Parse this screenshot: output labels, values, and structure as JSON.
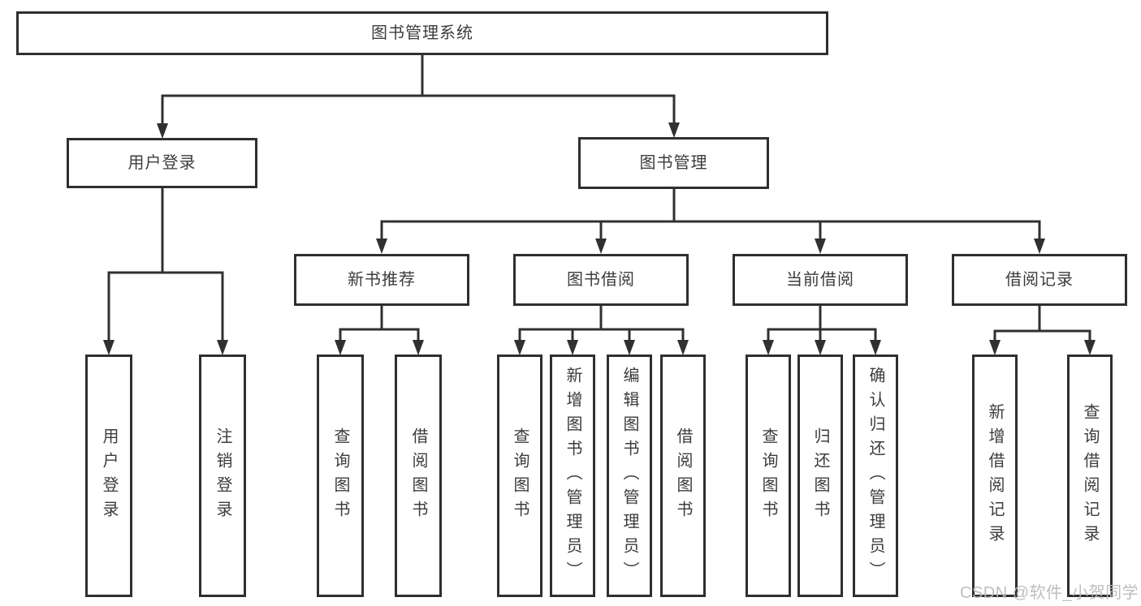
{
  "tree": {
    "label": "图书管理系统",
    "children": [
      {
        "label": "用户登录",
        "children": [
          {
            "label": "用户登录"
          },
          {
            "label": "注销登录"
          }
        ]
      },
      {
        "label": "图书管理",
        "children": [
          {
            "label": "新书推荐",
            "children": [
              {
                "label": "查询图书"
              },
              {
                "label": "借阅图书"
              }
            ]
          },
          {
            "label": "图书借阅",
            "children": [
              {
                "label": "查询图书"
              },
              {
                "label": "新增图书（管理员）"
              },
              {
                "label": "编辑图书（管理员）"
              },
              {
                "label": "借阅图书"
              }
            ]
          },
          {
            "label": "当前借阅",
            "children": [
              {
                "label": "查询图书"
              },
              {
                "label": "归还图书"
              },
              {
                "label": "确认归还（管理员）"
              }
            ]
          },
          {
            "label": "借阅记录",
            "children": [
              {
                "label": "新增借阅记录"
              },
              {
                "label": "查询借阅记录"
              }
            ]
          }
        ]
      }
    ]
  },
  "watermark": {
    "text": "CSDN @软件_小贺同学"
  },
  "colors": {
    "line": "#303030",
    "box_border": "#2f2f2f",
    "text": "#3c3c3c",
    "background": "#ffffff",
    "watermark": "#b9b9b9"
  }
}
